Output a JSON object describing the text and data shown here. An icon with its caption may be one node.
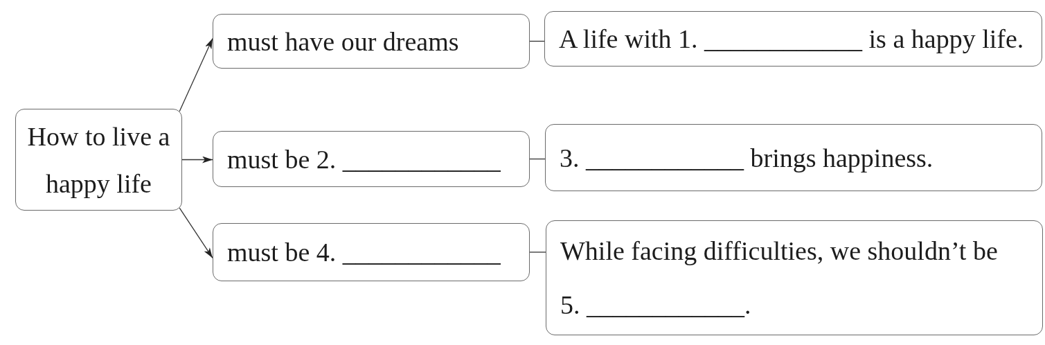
{
  "diagram": {
    "nodes": [
      {
        "text": [
          "How to live a happy life"
        ]
      },
      {
        "text": [
          "must have our dreams"
        ]
      },
      {
        "text": [
          "must be 2. ____________"
        ]
      },
      {
        "text": [
          "must be 4. ____________"
        ]
      },
      {
        "text": [
          "A life with 1. ____________ is a happy life."
        ]
      },
      {
        "text": [
          "3. ____________ brings happiness."
        ]
      },
      {
        "text": [
          "While facing difficulties, we shouldn’t be 5. ____________."
        ]
      }
    ],
    "edges": [
      {
        "from": 0,
        "to": 1,
        "arrow": "to"
      },
      {
        "from": 0,
        "to": 2,
        "arrow": "to"
      },
      {
        "from": 0,
        "to": 3,
        "arrow": "to"
      },
      {
        "from": 1,
        "to": 4,
        "arrow": "none"
      },
      {
        "from": 2,
        "to": 5,
        "arrow": "none"
      },
      {
        "from": 3,
        "to": 6,
        "arrow": "none"
      }
    ]
  }
}
